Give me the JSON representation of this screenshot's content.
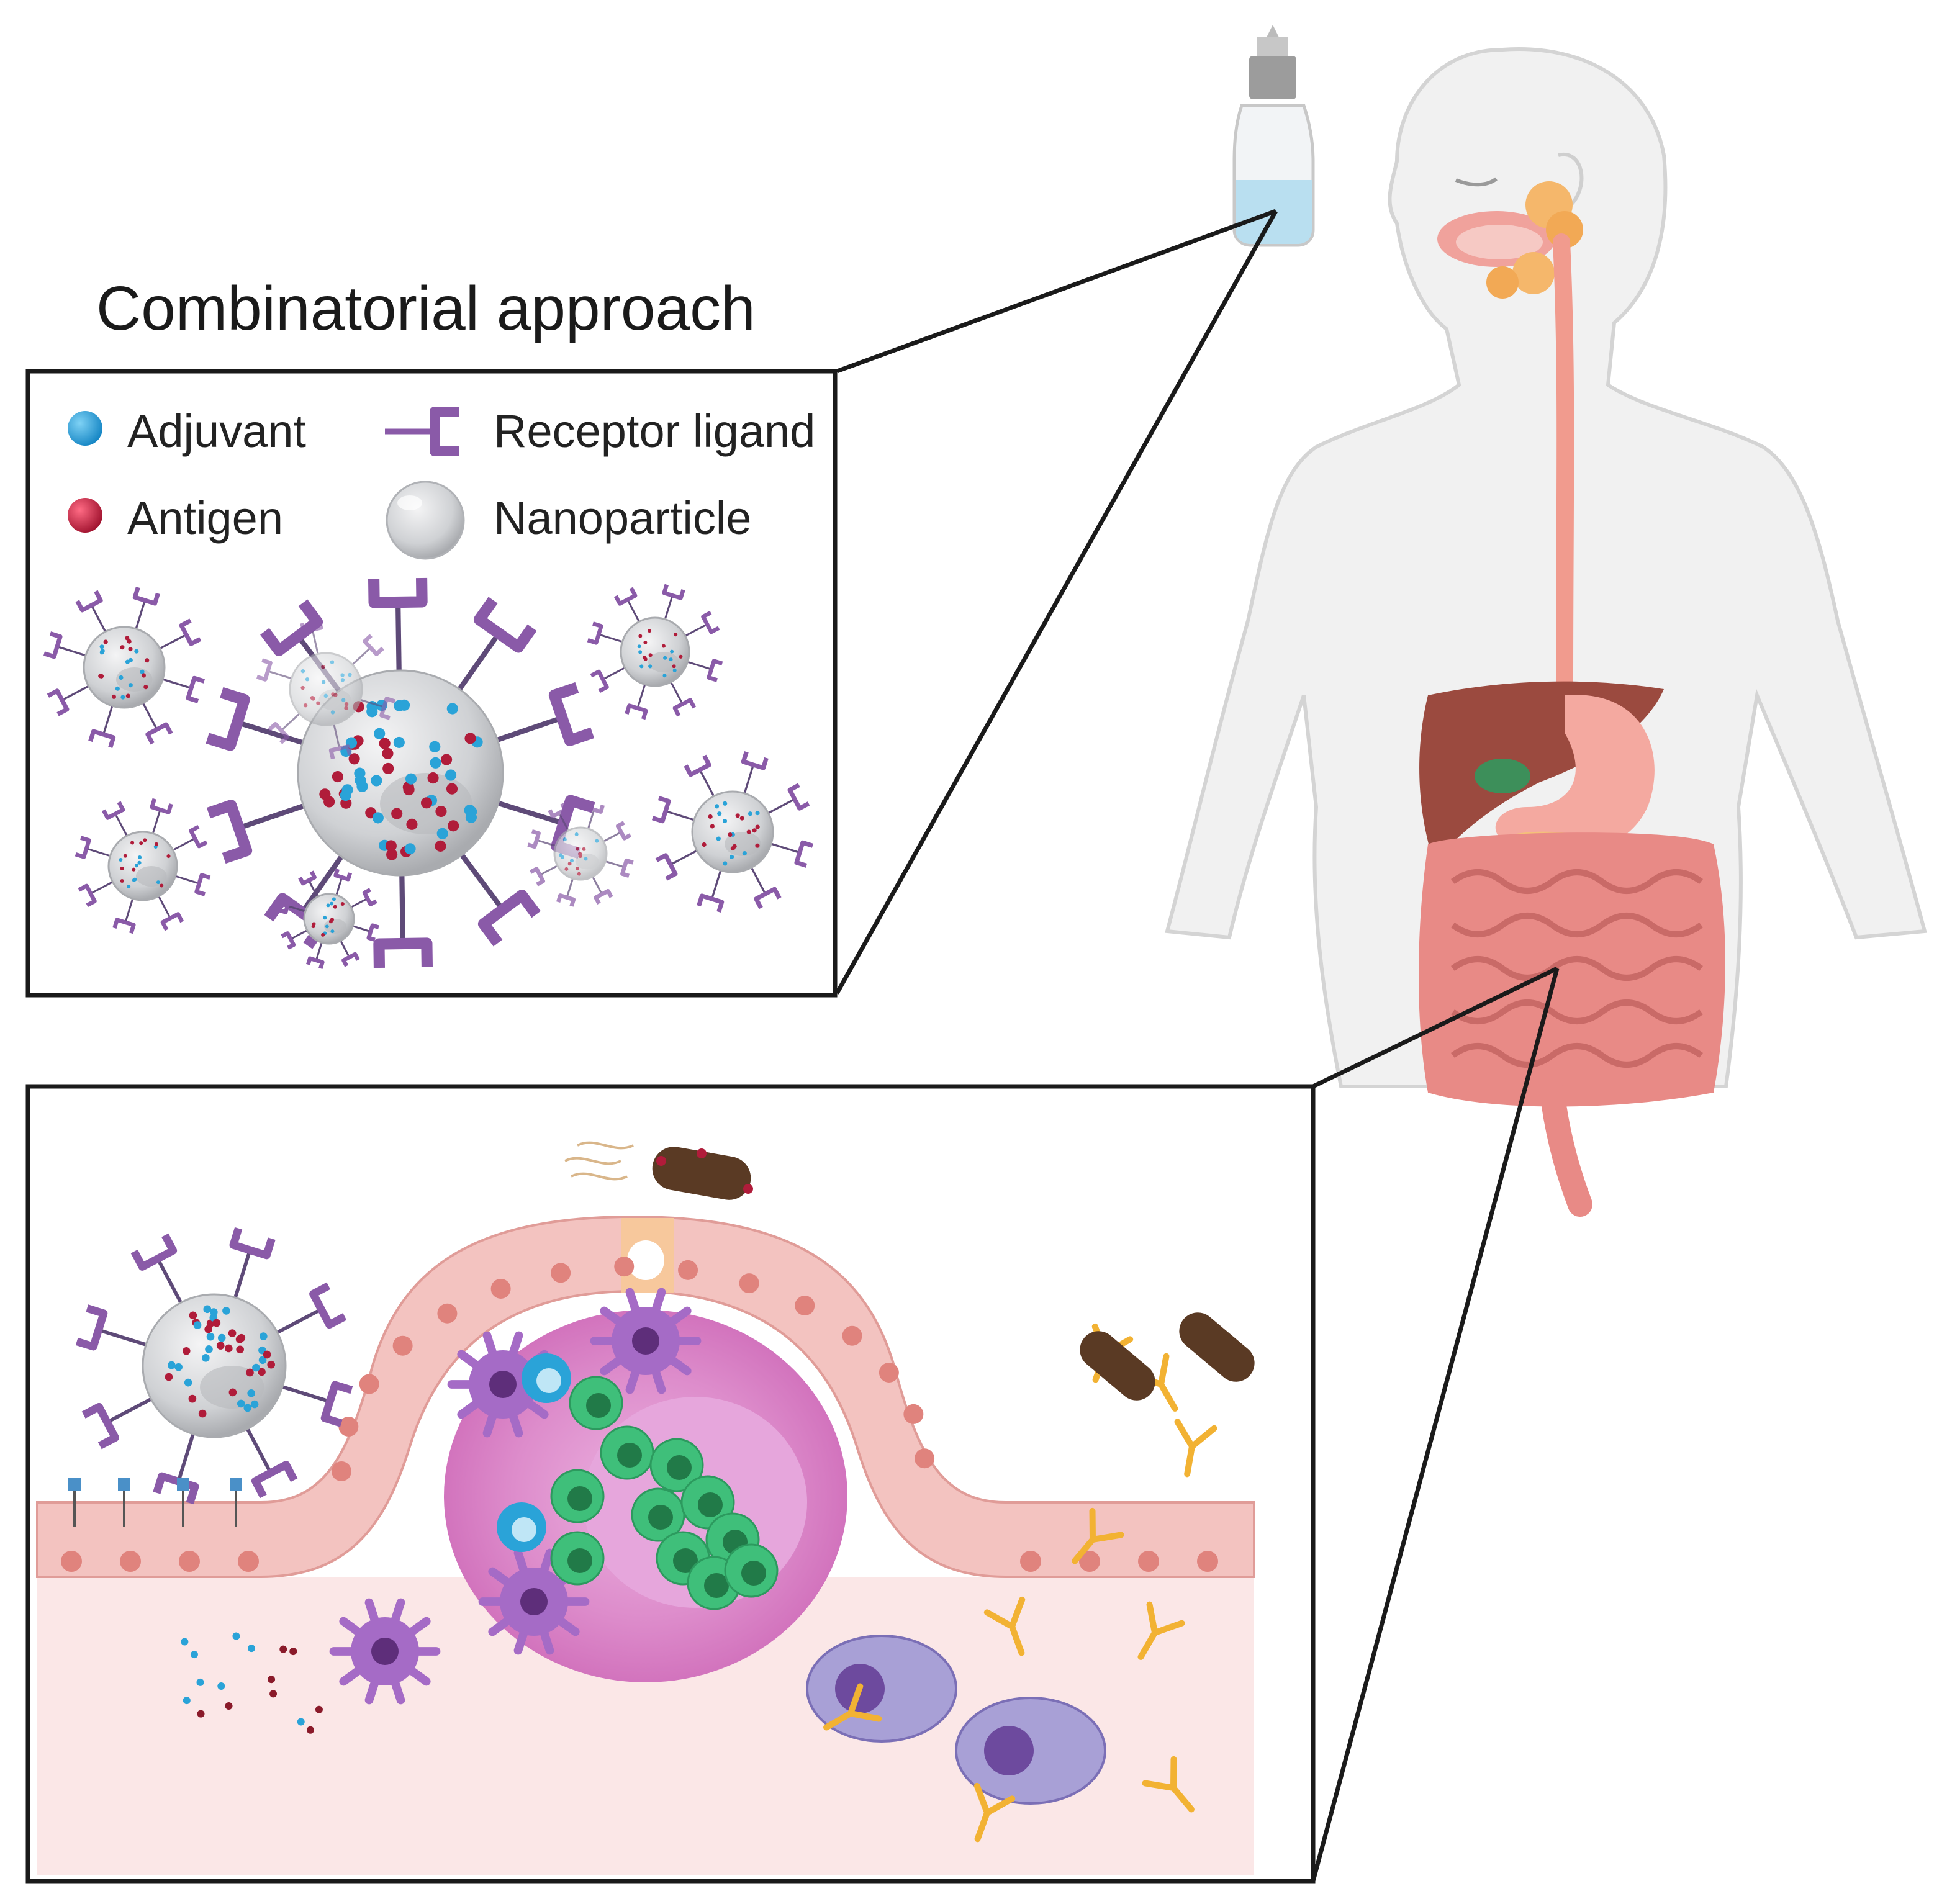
{
  "title": "Combinatorial approach",
  "legend": {
    "adjuvant": "Adjuvant",
    "antigen": "Antigen",
    "receptor_ligand": "Receptor ligand",
    "nanoparticle": "Nanoparticle"
  },
  "colors": {
    "adjuvant": "#2aa3d8",
    "antigen": "#b01c3a",
    "ligand": "#8a5aa8",
    "nanoparticle": "#c9cbcf",
    "epithelium": "#f3c3c0",
    "lymphoid_follicle": "#d97fc4",
    "b_cell": "#3fbf7a",
    "dendritic_cell": "#a56bc6",
    "antibody": "#f2b233",
    "body_outline": "#d6d6d6",
    "intestine": "#e88a86",
    "liver": "#9b4a3f"
  },
  "icons": [
    "dropper-bottle-icon",
    "human-body-icon",
    "bacterium-icon",
    "antibody-icon",
    "dendritic-cell-icon",
    "plasma-cell-icon",
    "b-cell-icon"
  ]
}
